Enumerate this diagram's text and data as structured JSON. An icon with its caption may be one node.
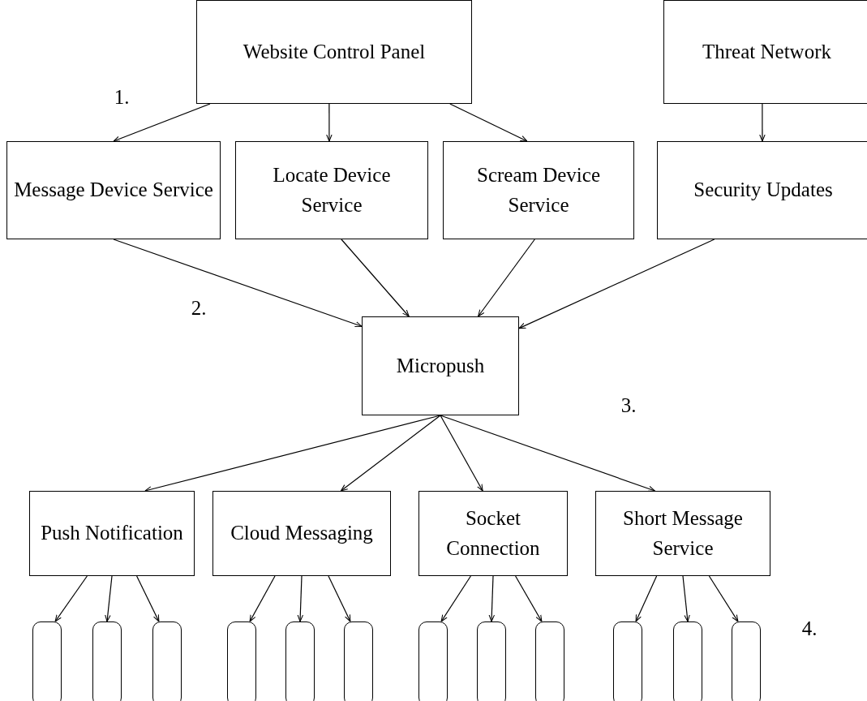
{
  "diagram": {
    "nodes": [
      {
        "text": [
          "Website Control Panel"
        ]
      },
      {
        "text": [
          "Threat Network"
        ]
      },
      {
        "text": [
          "Message Device Service"
        ]
      },
      {
        "text": [
          "Locate Device Service"
        ]
      },
      {
        "text": [
          "Scream Device Service"
        ]
      },
      {
        "text": [
          "Security Updates"
        ]
      },
      {
        "text": [
          "Micropush"
        ]
      },
      {
        "text": [
          "Push Notification"
        ]
      },
      {
        "text": [
          "Cloud Messaging"
        ]
      },
      {
        "text": [
          "Socket Connection"
        ]
      },
      {
        "text": [
          "Short Message Service"
        ]
      },
      {
        "text": [],
        "shape": "box"
      },
      {
        "text": [],
        "shape": "box"
      },
      {
        "text": [],
        "shape": "box"
      },
      {
        "text": [],
        "shape": "box"
      },
      {
        "text": [],
        "shape": "box"
      },
      {
        "text": [],
        "shape": "box"
      },
      {
        "text": [],
        "shape": "box"
      },
      {
        "text": [],
        "shape": "box"
      },
      {
        "text": [],
        "shape": "box"
      },
      {
        "text": [],
        "shape": "box"
      },
      {
        "text": [],
        "shape": "box"
      },
      {
        "text": [],
        "shape": "box"
      }
    ],
    "edges": [
      {
        "from": 0,
        "to": 2,
        "arrow": "to"
      },
      {
        "from": 0,
        "to": 3,
        "arrow": "to"
      },
      {
        "from": 0,
        "to": 4,
        "arrow": "to"
      },
      {
        "from": 1,
        "to": 5,
        "arrow": "to"
      },
      {
        "from": 2,
        "to": 6,
        "arrow": "to"
      },
      {
        "from": 3,
        "to": 6,
        "arrow": "to"
      },
      {
        "from": 4,
        "to": 6,
        "arrow": "to"
      },
      {
        "from": 5,
        "to": 6,
        "arrow": "to"
      },
      {
        "from": 6,
        "to": 7,
        "arrow": "to"
      },
      {
        "from": 6,
        "to": 8,
        "arrow": "to"
      },
      {
        "from": 6,
        "to": 9,
        "arrow": "to"
      },
      {
        "from": 6,
        "to": 10,
        "arrow": "to"
      },
      {
        "from": 7,
        "to": 11,
        "arrow": "to"
      },
      {
        "from": 7,
        "to": 12,
        "arrow": "to"
      },
      {
        "from": 7,
        "to": 13,
        "arrow": "to"
      },
      {
        "from": 8,
        "to": 14,
        "arrow": "to"
      },
      {
        "from": 8,
        "to": 15,
        "arrow": "to"
      },
      {
        "from": 8,
        "to": 16,
        "arrow": "to"
      },
      {
        "from": 9,
        "to": 17,
        "arrow": "to"
      },
      {
        "from": 9,
        "to": 18,
        "arrow": "to"
      },
      {
        "from": 9,
        "to": 19,
        "arrow": "to"
      },
      {
        "from": 10,
        "to": 20,
        "arrow": "to"
      },
      {
        "from": 10,
        "to": 21,
        "arrow": "to"
      },
      {
        "from": 10,
        "to": 22,
        "arrow": "to"
      }
    ],
    "labels": [
      "1.",
      "2.",
      "3.",
      "4."
    ]
  }
}
